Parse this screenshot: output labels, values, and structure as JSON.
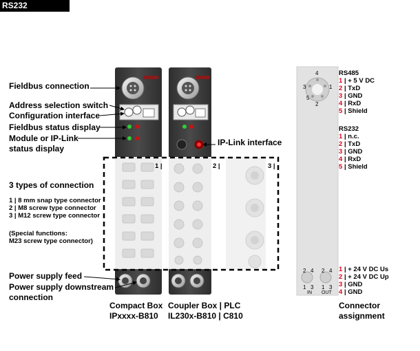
{
  "header": {
    "title": "RS232"
  },
  "callouts": {
    "fieldbus_connection": "Fieldbus connection",
    "address_switch": "Address selection switch",
    "config_interface": "Configuration interface",
    "fieldbus_status": "Fieldbus status display",
    "module_status_1": "Module or IP-Link",
    "module_status_2": "status display",
    "iplink_interface": "IP-Link interface",
    "types_title": "3 types of connection",
    "type_1": "1 | 8 mm snap type connector",
    "type_2": "2 | M8 screw type connector",
    "type_3": "3 | M12 screw type connector",
    "special_1": "(Special functions:",
    "special_2": "M23 screw type connector)",
    "power_feed": "Power supply feed",
    "power_down_1": "Power supply downstream",
    "power_down_2": "connection"
  },
  "slots": {
    "s1": "1 |",
    "s2": "2 |",
    "s3": "3 |"
  },
  "captions": {
    "compact_1": "Compact Box",
    "compact_2": "IPxxxx-B810",
    "coupler_1": "Coupler Box | PLC",
    "coupler_2": "IL230x-B810 | C810",
    "connector_1": "Connector",
    "connector_2": "assignment"
  },
  "connector_pins": {
    "p1": "1",
    "p2": "2",
    "p3": "3",
    "p4": "4",
    "p5": "5",
    "in": "IN",
    "out": "OUT"
  },
  "rs485": {
    "title": "RS485",
    "pins": [
      {
        "num": "1",
        "label": "| + 5 V DC"
      },
      {
        "num": "2",
        "label": "| TxD"
      },
      {
        "num": "3",
        "label": "| GND"
      },
      {
        "num": "4",
        "label": "| RxD"
      },
      {
        "num": "5",
        "label": "| Shield"
      }
    ]
  },
  "rs232": {
    "title": "RS232",
    "pins": [
      {
        "num": "1",
        "label": "| n.c."
      },
      {
        "num": "2",
        "label": "| TxD"
      },
      {
        "num": "3",
        "label": "| GND"
      },
      {
        "num": "4",
        "label": "| RxD"
      },
      {
        "num": "5",
        "label": "| Shield"
      }
    ]
  },
  "power": {
    "pins": [
      {
        "num": "1",
        "label": "| + 24 V DC Us"
      },
      {
        "num": "2",
        "label": "| + 24 V DC Up"
      },
      {
        "num": "3",
        "label": "| GND"
      },
      {
        "num": "4",
        "label": "| GND"
      }
    ]
  },
  "colors": {
    "pin_number": "#e2001a",
    "module_dark": "#3a3a3a",
    "led_green": "#33cc33",
    "led_red": "#cc1111"
  }
}
